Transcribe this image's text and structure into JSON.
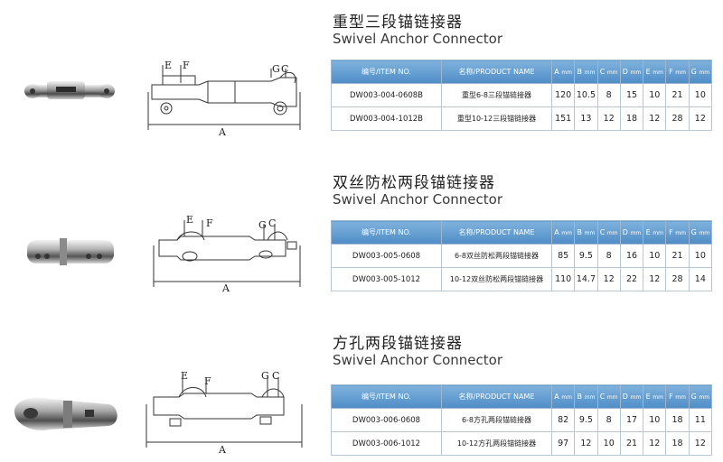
{
  "headers": {
    "item_no": "编号/ITEM NO.",
    "product_name": "名称/PRODUCT NAME",
    "dims": [
      {
        "letter": "A",
        "unit": "mm"
      },
      {
        "letter": "B",
        "unit": "mm"
      },
      {
        "letter": "C",
        "unit": "mm"
      },
      {
        "letter": "D",
        "unit": "mm"
      },
      {
        "letter": "E",
        "unit": "mm"
      },
      {
        "letter": "F",
        "unit": "mm"
      },
      {
        "letter": "G",
        "unit": "mm"
      }
    ]
  },
  "drawing_labels": {
    "E": "E",
    "F": "F",
    "G": "G",
    "C": "C",
    "A": "A"
  },
  "sections": [
    {
      "title_cn": "重型三段锚链接器",
      "title_en": "Swivel  Anchor Connector",
      "rows": [
        {
          "code": "DW003-004-0608B",
          "name": "重型6-8三段锚链接器",
          "values": [
            "120",
            "10.5",
            "8",
            "15",
            "10",
            "21",
            "10"
          ]
        },
        {
          "code": "DW003-004-1012B",
          "name": "重型10-12三段锚链接器",
          "values": [
            "151",
            "13",
            "12",
            "18",
            "12",
            "28",
            "12"
          ]
        }
      ]
    },
    {
      "title_cn": "双丝防松两段锚链接器",
      "title_en": "Swivel  Anchor Connector",
      "rows": [
        {
          "code": "DW003-005-0608",
          "name": "6-8双丝防松两段锚链接器",
          "values": [
            "85",
            "9.5",
            "8",
            "16",
            "10",
            "21",
            "10"
          ]
        },
        {
          "code": "DW003-005-1012",
          "name": "10-12双丝防松两段锚链接器",
          "values": [
            "110",
            "14.7",
            "12",
            "22",
            "12",
            "28",
            "14"
          ]
        }
      ]
    },
    {
      "title_cn": "方孔两段锚链接器",
      "title_en": "Swivel  Anchor Connector",
      "rows": [
        {
          "code": "DW003-006-0608",
          "name": "6-8方孔两段锚链接器",
          "values": [
            "82",
            "9.5",
            "8",
            "17",
            "10",
            "18",
            "11"
          ]
        },
        {
          "code": "DW003-006-1012",
          "name": "10-12方孔两段锚链接器",
          "values": [
            "97",
            "12",
            "10",
            "21",
            "12",
            "18",
            "12"
          ]
        }
      ]
    }
  ]
}
